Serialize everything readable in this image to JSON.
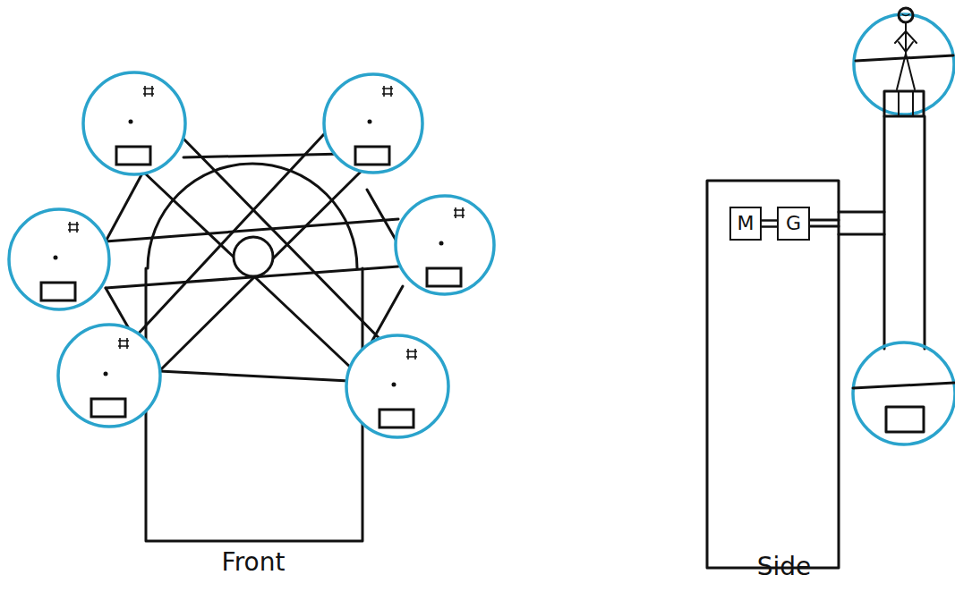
{
  "diagram": {
    "nodes": [
      {
        "text": [
          "M"
        ]
      },
      {
        "text": [
          "G"
        ]
      }
    ],
    "edges": [
      {
        "from": 0,
        "to": 1,
        "arrow": "none"
      }
    ],
    "labels": [
      "Front",
      "Side"
    ]
  }
}
